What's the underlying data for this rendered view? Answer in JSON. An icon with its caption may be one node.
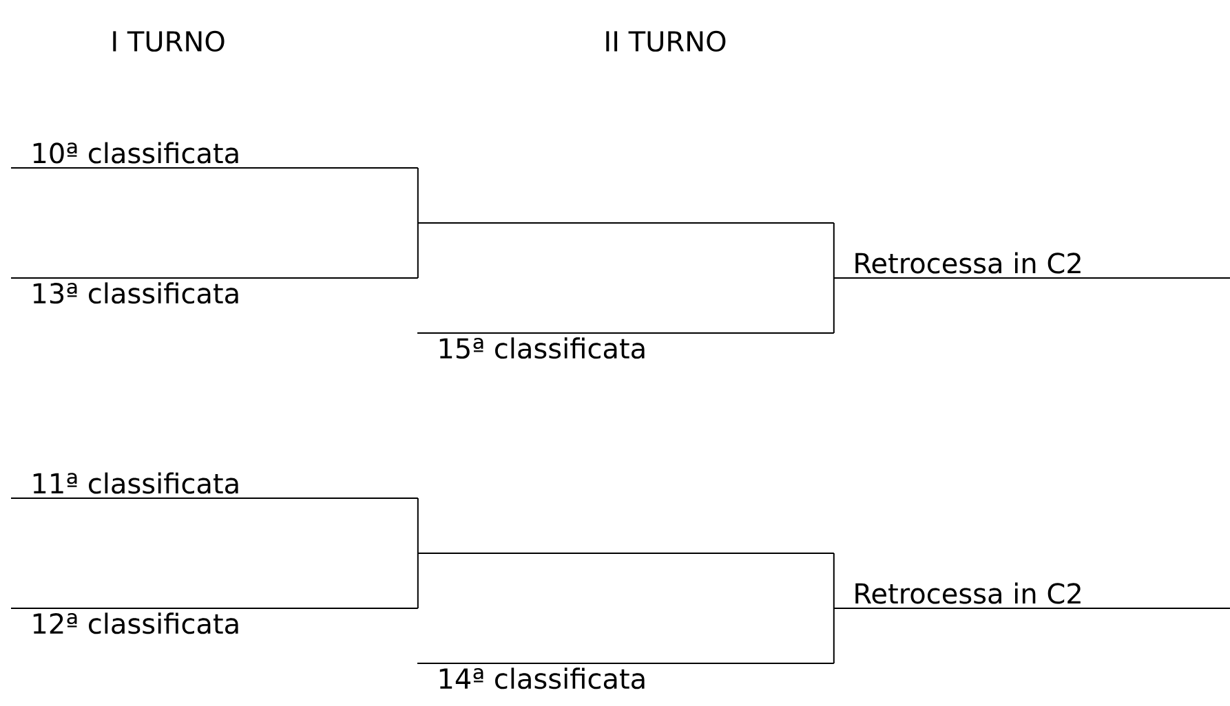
{
  "diagram": {
    "nodes": [
      {
        "text": [
          "10ª classificata"
        ]
      },
      {
        "text": [
          "13ª classificata"
        ]
      },
      {
        "text": [],
        "shape": "line"
      },
      {
        "text": [
          "15ª classificata"
        ]
      },
      {
        "text": [
          "Retrocessa in C2"
        ]
      },
      {
        "text": [
          "11ª classificata"
        ]
      },
      {
        "text": [
          "12ª classificata"
        ]
      },
      {
        "text": [],
        "shape": "line"
      },
      {
        "text": [
          "14ª classificata"
        ]
      },
      {
        "text": [
          "Retrocessa in C2"
        ]
      }
    ],
    "edges": [
      {
        "from": 0,
        "to": 2,
        "arrow": "none"
      },
      {
        "from": 1,
        "to": 2,
        "arrow": "none"
      },
      {
        "from": 2,
        "to": 4,
        "arrow": "none"
      },
      {
        "from": 3,
        "to": 4,
        "arrow": "none"
      },
      {
        "from": 5,
        "to": 7,
        "arrow": "none"
      },
      {
        "from": 6,
        "to": 7,
        "arrow": "none"
      },
      {
        "from": 7,
        "to": 9,
        "arrow": "none"
      },
      {
        "from": 8,
        "to": 9,
        "arrow": "none"
      }
    ],
    "labels": [
      "I TURNO",
      "II TURNO"
    ]
  }
}
